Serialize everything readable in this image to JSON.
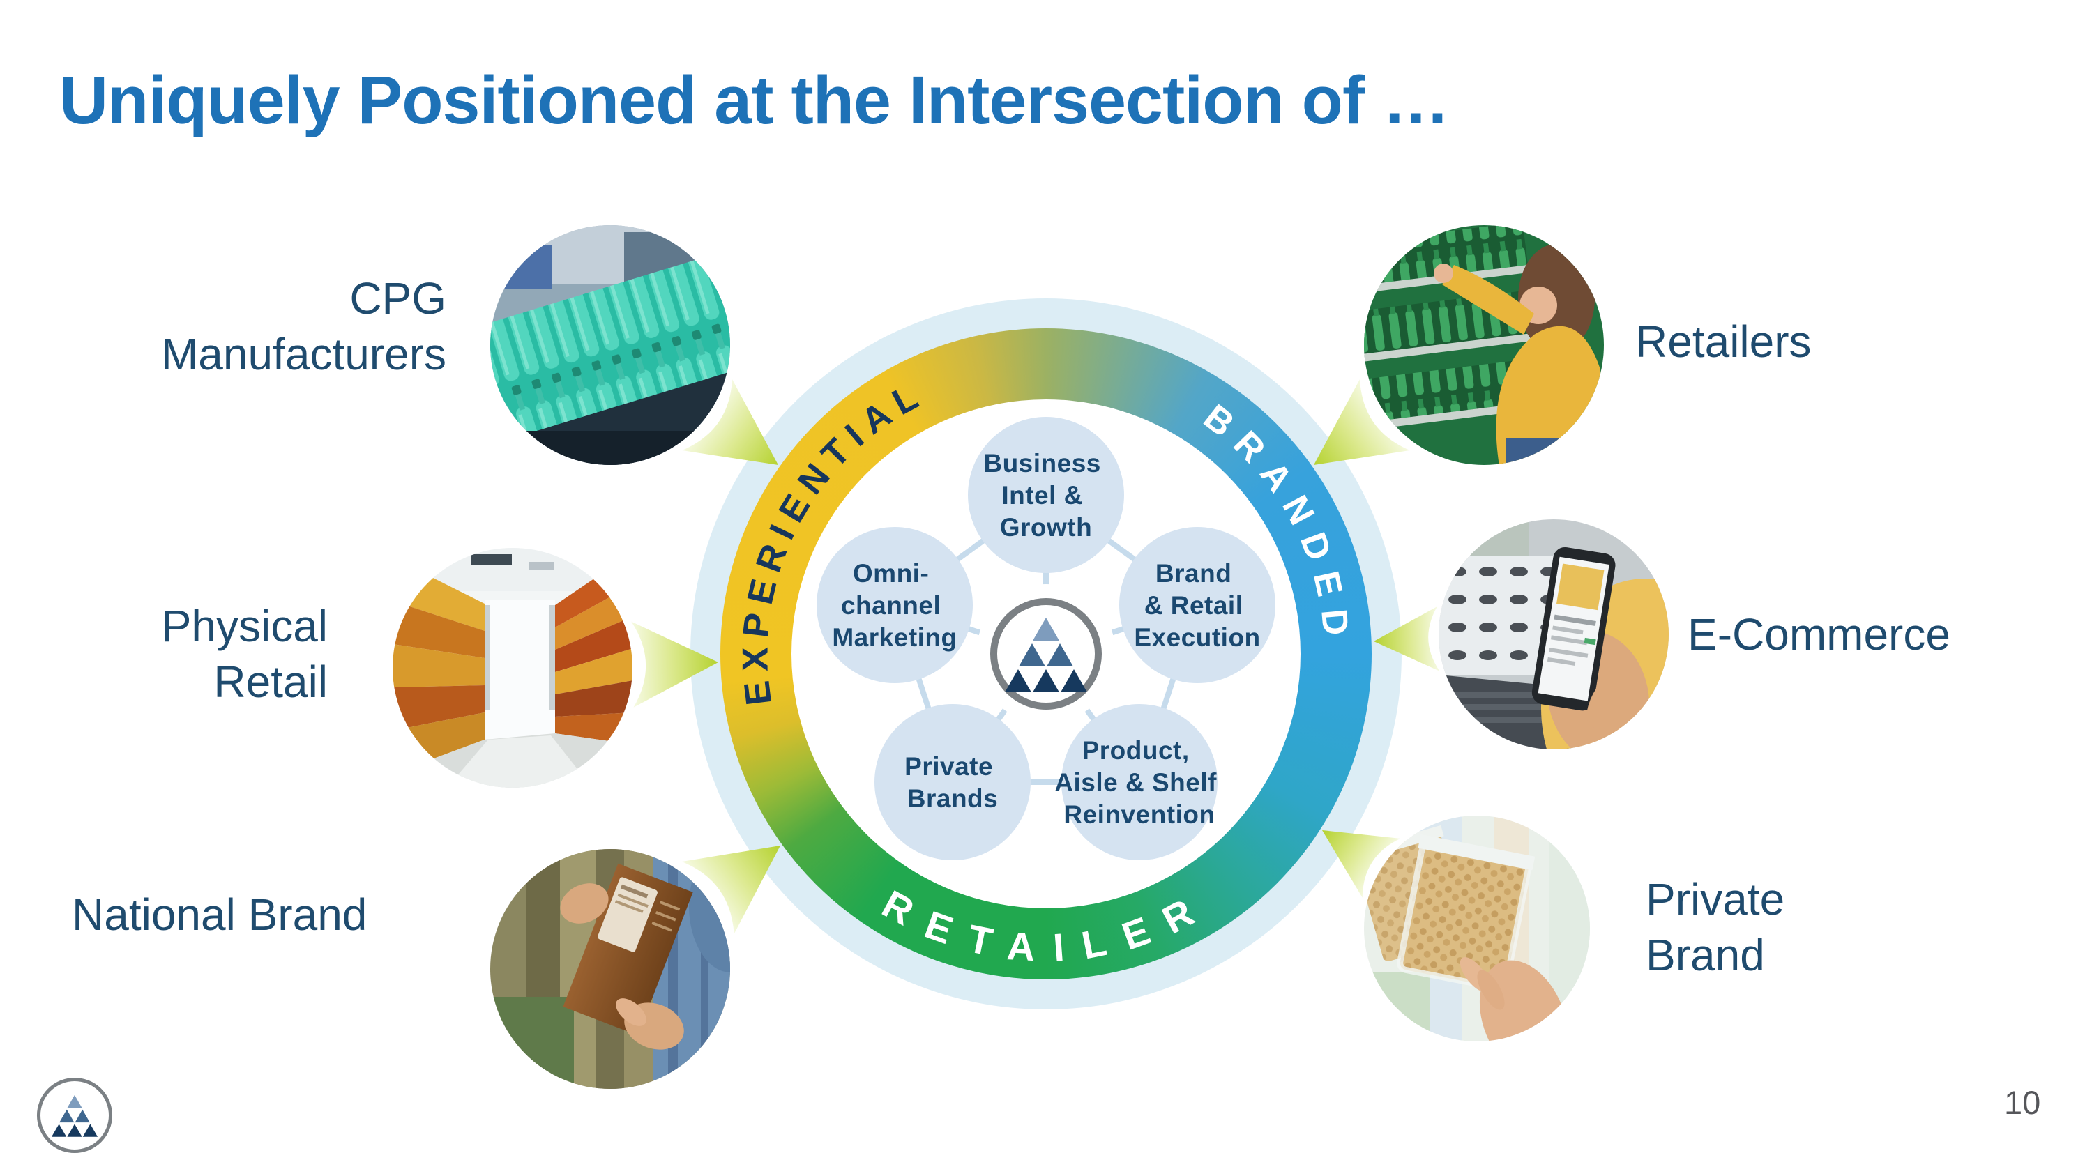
{
  "slide": {
    "title": "Uniquely Positioned at the Intersection of …",
    "page_number": "10"
  },
  "colors": {
    "title_blue": "#1E72B7",
    "label_navy": "#1F4B6E",
    "ring_yellow": "#F0C524",
    "ring_blue": "#35A2DC",
    "ring_green": "#21A84F",
    "ring_text_navy": "#17365C",
    "node_fill": "#D5E3F1",
    "node_text_navy": "#1A4870",
    "halo_blue": "#DCEDF5",
    "connector_blue": "#C6DBEC",
    "arrow_lime": "#B5D230",
    "page_number_gray": "#55565A"
  },
  "icons": {
    "center_logo": "triangle-mosaic-logo",
    "footer_logo": "triangle-mosaic-logo"
  },
  "ring": {
    "labels": {
      "experiential": "EXPERIENTIAL",
      "branded": "BRANDED",
      "retailer": "RETAILER"
    }
  },
  "nodes": {
    "business_intel": {
      "lines": [
        "Business",
        "Intel &",
        "Growth"
      ]
    },
    "brand_retail": {
      "lines": [
        "Brand",
        "& Retail",
        "Execution"
      ]
    },
    "product_aisle": {
      "lines": [
        "Product,",
        "Aisle & Shelf",
        "Reinvention"
      ]
    },
    "private_brands": {
      "lines": [
        "Private",
        "Brands"
      ]
    },
    "omni_channel": {
      "lines": [
        "Omni-",
        "channel",
        "Marketing"
      ]
    }
  },
  "partners": {
    "cpg": {
      "lines": [
        "CPG",
        "Manufacturers"
      ],
      "photo_alt": "teal bottles on a bottling production line"
    },
    "physical_retail": {
      "lines": [
        "Physical",
        "Retail"
      ],
      "photo_alt": "bright supermarket aisle with stocked shelves"
    },
    "national_brand": {
      "lines": [
        "National Brand"
      ],
      "photo_alt": "shopper holding a brown product box"
    },
    "retailers": {
      "lines": [
        "Retailers"
      ],
      "photo_alt": "woman in yellow jacket picking green bottles from shelf"
    },
    "e_commerce": {
      "lines": [
        "E-Commerce"
      ],
      "photo_alt": "hand holding smartphone over laptop while shopping online"
    },
    "private_brand": {
      "lines": [
        "Private",
        "Brand"
      ],
      "photo_alt": "hand holding a clear bag of beans in a store"
    }
  }
}
